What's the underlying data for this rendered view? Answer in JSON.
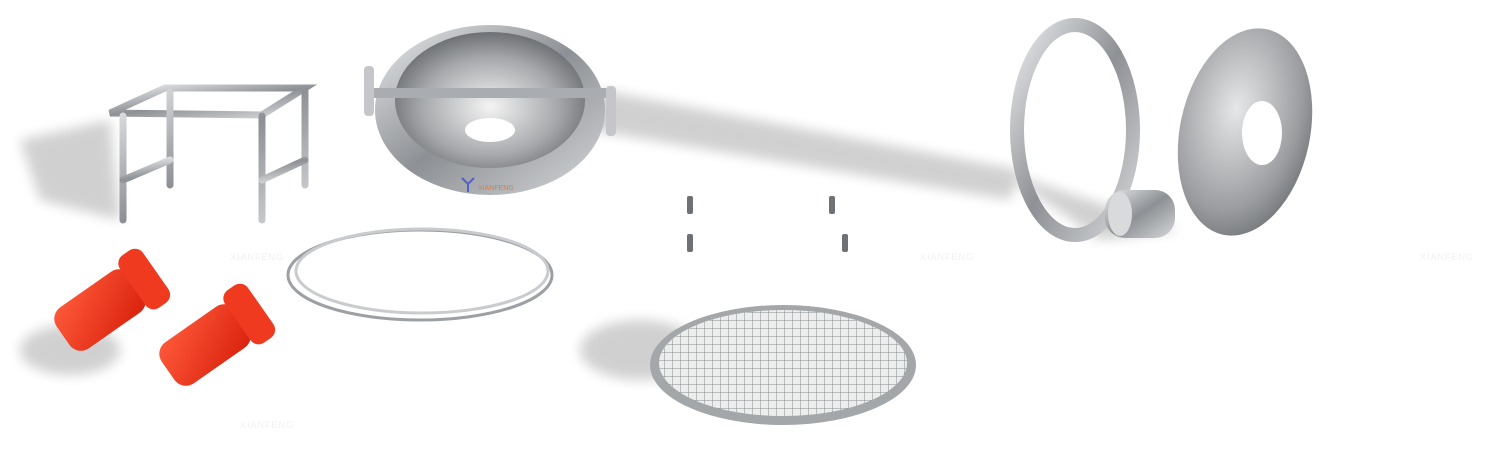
{
  "scene": {
    "watermark": "XIANFENG",
    "logo_text": "XIANFENG",
    "colors": {
      "background": "#ffffff",
      "steel": "#b5b8bc",
      "motor_red": "#f0301a",
      "logo_blue": "#5560c8",
      "logo_orange": "#e07840"
    },
    "parts": [
      "stand-frame",
      "sieve-body-hopper",
      "ring-frame",
      "dust-cover-disc",
      "clamp-ring",
      "springs",
      "vibration-motors",
      "mesh-screen"
    ]
  }
}
